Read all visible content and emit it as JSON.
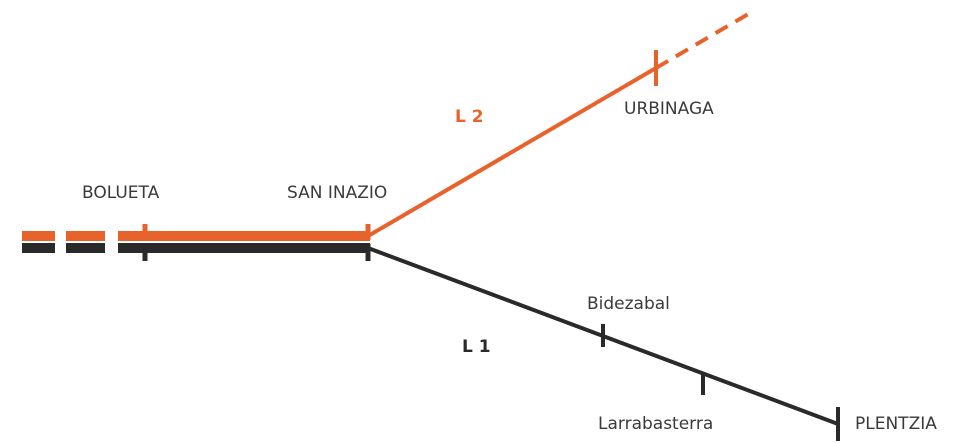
{
  "colors": {
    "l1": "#2a2a2a",
    "l2": "#e8622b",
    "station_label": "#3a3a3a"
  },
  "lines": {
    "l1": {
      "label": "L 1"
    },
    "l2": {
      "label": "L 2"
    }
  },
  "stations": {
    "bolueta": "BOLUETA",
    "san_inazio": "SAN INAZIO",
    "urbinaga": "URBINAGA",
    "bidezabal": "Bidezabal",
    "larrabasterra": "Larrabasterra",
    "plentzia": "PLENTZIA"
  }
}
